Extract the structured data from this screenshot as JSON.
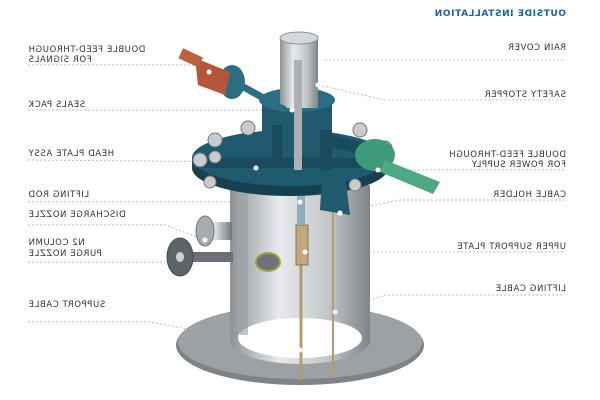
{
  "title": "OUTSIDE INSTALLATION",
  "labels_right": {
    "rain_cover": "RAIN COVER",
    "safety_stopper": "SAFETY STOPPER",
    "feed_power_1": "DOUBLE FEED-THROUGH",
    "feed_power_2": "FOR POWER SUPPLY",
    "cable_holder": "CABLE HOLDER",
    "upper_support_plate": "UPPER SUPPORT PLATE",
    "lifting_cable": "LIFTING CABLE"
  },
  "labels_left": {
    "feed_signals_1": "DOUBLE FEED-THROUGH",
    "feed_signals_2": "FOR SIGNALS",
    "seals_pack": "SEALS PACK",
    "head_plate": "HEAD PLATE ASSY",
    "lifting_rod": "LIFTING ROD",
    "discharge_nozzle": "DISCHARGE NOZZLE",
    "n2_1": "N2 COLUMN",
    "n2_2": "PURGE NOZZLE",
    "support_cable": "SUPPORT CABLE"
  },
  "colors": {
    "title": "#1d5fa8",
    "head_plate": "#1f5a6e",
    "signals_feed": "#b5553a",
    "power_feed": "#3f9a7a",
    "steel": "#b8bcc0"
  }
}
